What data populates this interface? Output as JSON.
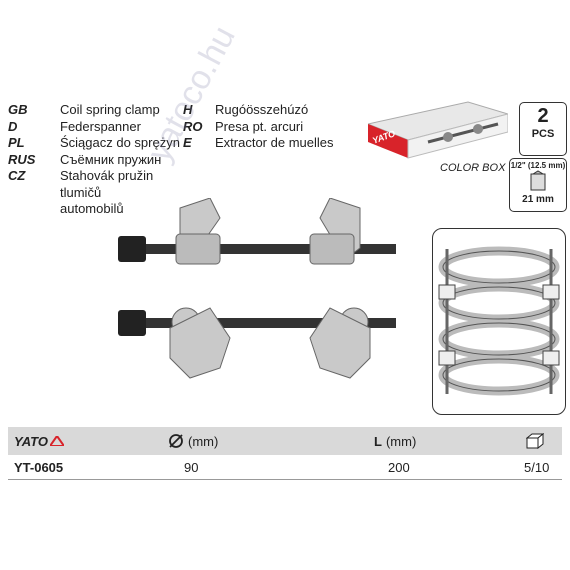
{
  "languages_left": [
    {
      "code": "GB",
      "text": "Coil spring clamp"
    },
    {
      "code": "D",
      "text": "Federspanner"
    },
    {
      "code": "PL",
      "text": "Ściągacz do sprężyn"
    },
    {
      "code": "RUS",
      "text": "Съёмник пружин"
    },
    {
      "code": "CZ",
      "text": "Stahovák pružin"
    }
  ],
  "cz_line2": "tlumičů",
  "cz_line3": "automobilů",
  "languages_right": [
    {
      "code": "H",
      "text": "Rugóösszehúzó"
    },
    {
      "code": "RO",
      "text": "Presa pt. arcuri"
    },
    {
      "code": "E",
      "text": "Extractor de muelles"
    }
  ],
  "pcs": {
    "number": "2",
    "label": "PCS"
  },
  "socket": {
    "size": "1/2\" (12.5 mm)",
    "hex": "21 mm"
  },
  "color_box_label": "COLOR BOX",
  "box_brand": "YATO",
  "watermark": "yatoco.hu",
  "table": {
    "brand": "YATO",
    "col_diameter": "(mm)",
    "col_length_letter": "L",
    "col_length_unit": "(mm)",
    "row": {
      "model": "YT-0605",
      "diameter": "90",
      "length": "200",
      "pack": "5/10"
    }
  },
  "colors": {
    "header_bg": "#d9d9d9",
    "box_red": "#d8232a",
    "metal": "#c9c9c9"
  }
}
